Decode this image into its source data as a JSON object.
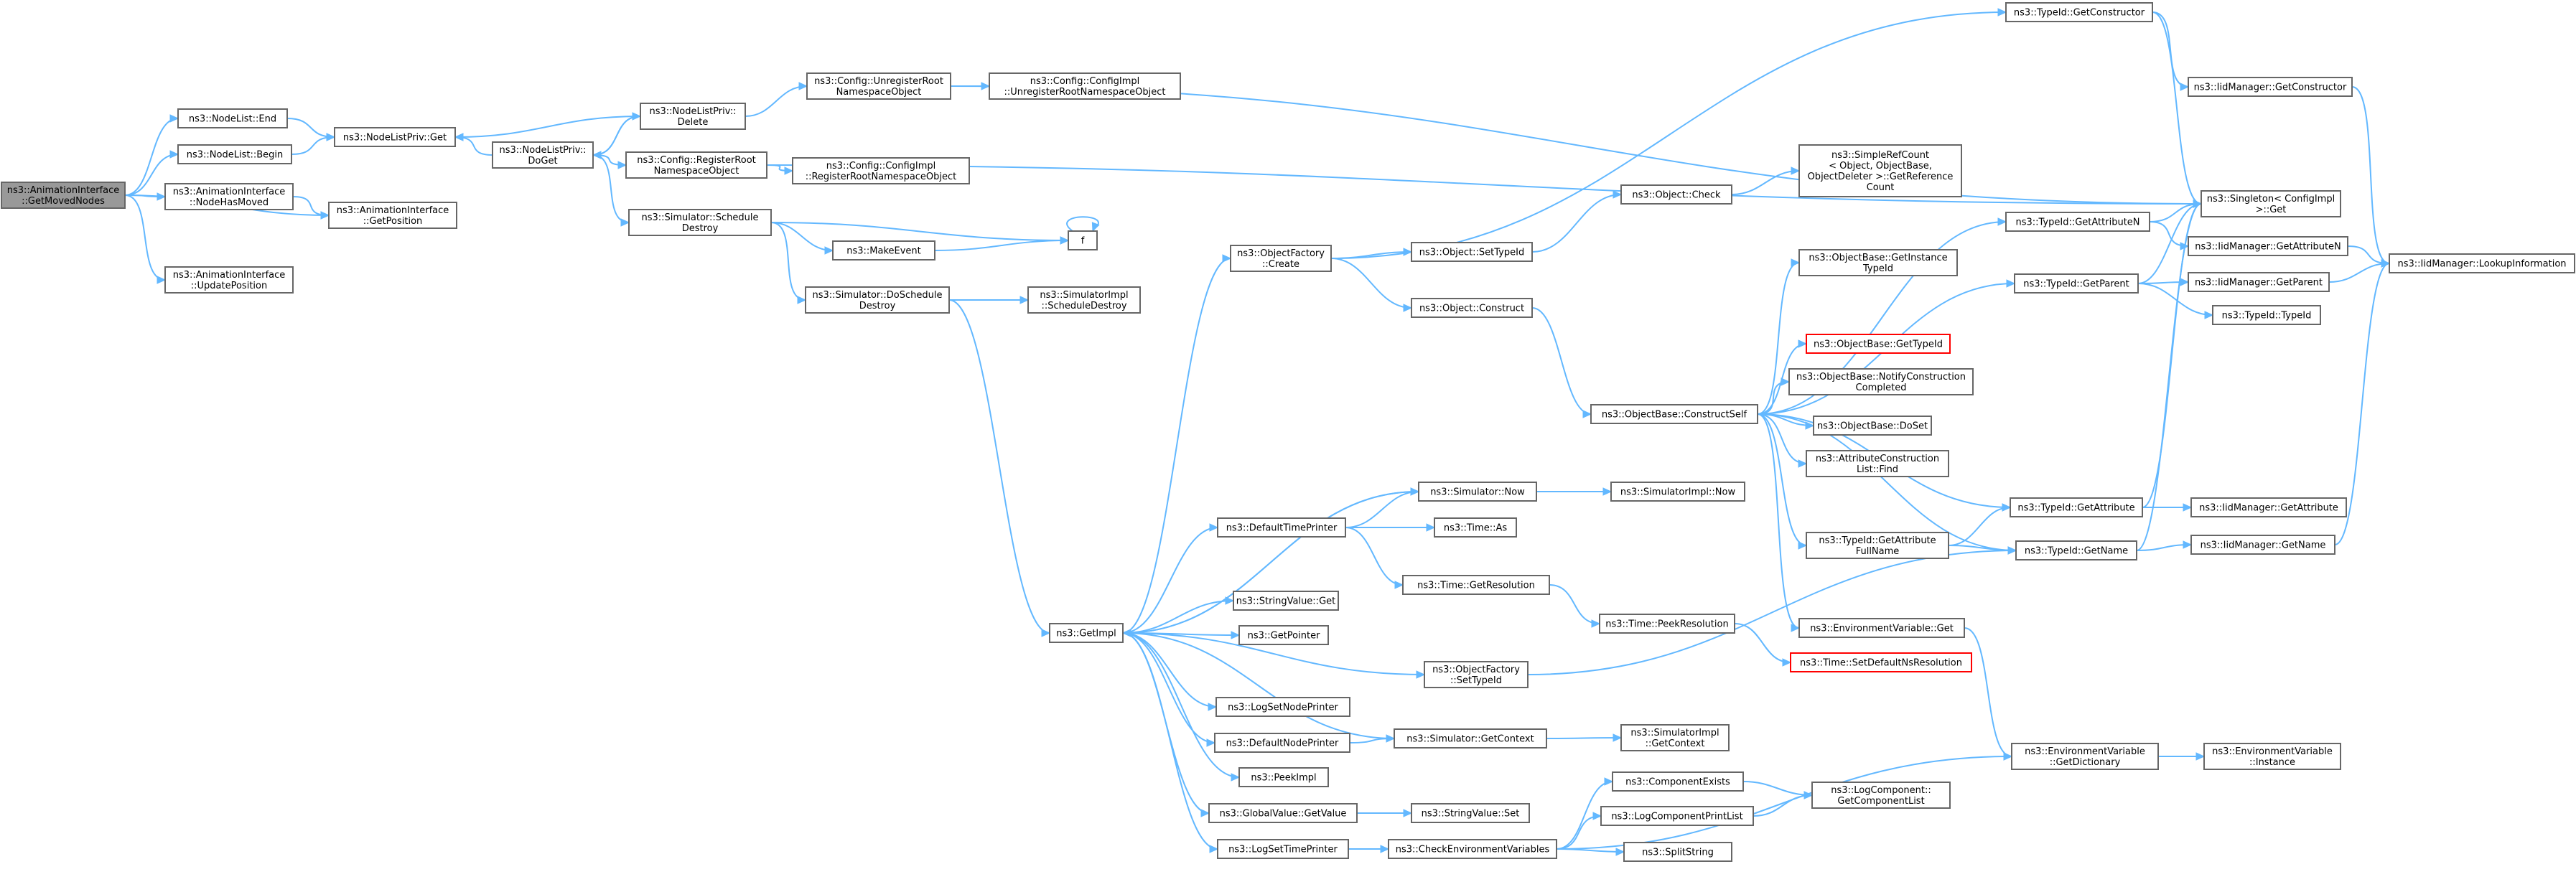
{
  "colors": {
    "background": "#ffffff",
    "node_border": "#666666",
    "root_fill": "#999999",
    "highlight_border": "#ff0000",
    "edge": "#63b8ff"
  },
  "nodes": [
    {
      "id": "root",
      "lines": [
        "ns3::AnimationInterface",
        "::GetMovedNodes"
      ],
      "style": "root"
    },
    {
      "id": "nl_end",
      "lines": [
        "ns3::NodeList::End"
      ]
    },
    {
      "id": "nl_begin",
      "lines": [
        "ns3::NodeList::Begin"
      ]
    },
    {
      "id": "nodehasmoved",
      "lines": [
        "ns3::AnimationInterface",
        "::NodeHasMoved"
      ]
    },
    {
      "id": "getposition",
      "lines": [
        "ns3::AnimationInterface",
        "::GetPosition"
      ]
    },
    {
      "id": "updateposition",
      "lines": [
        "ns3::AnimationInterface",
        "::UpdatePosition"
      ]
    },
    {
      "id": "nlp_get",
      "lines": [
        "ns3::NodeListPriv::Get"
      ]
    },
    {
      "id": "nlp_doget",
      "lines": [
        "ns3::NodeListPriv::",
        "DoGet"
      ]
    },
    {
      "id": "nlp_delete",
      "lines": [
        "ns3::NodeListPriv::",
        "Delete"
      ]
    },
    {
      "id": "cfg_unreg",
      "lines": [
        "ns3::Config::UnregisterRoot",
        "NamespaceObject"
      ]
    },
    {
      "id": "cfgimpl_unreg",
      "lines": [
        "ns3::Config::ConfigImpl",
        "::UnregisterRootNamespaceObject"
      ]
    },
    {
      "id": "cfg_reg",
      "lines": [
        "ns3::Config::RegisterRoot",
        "NamespaceObject"
      ]
    },
    {
      "id": "cfgimpl_reg",
      "lines": [
        "ns3::Config::ConfigImpl",
        "::RegisterRootNamespaceObject"
      ]
    },
    {
      "id": "sim_schedule",
      "lines": [
        "ns3::Simulator::Schedule",
        "Destroy"
      ]
    },
    {
      "id": "makeevent",
      "lines": [
        "ns3::MakeEvent"
      ]
    },
    {
      "id": "f",
      "lines": [
        "f"
      ]
    },
    {
      "id": "sim_dosched",
      "lines": [
        "ns3::Simulator::DoSchedule",
        "Destroy"
      ]
    },
    {
      "id": "simimpl_sched",
      "lines": [
        "ns3::SimulatorImpl",
        "::ScheduleDestroy"
      ]
    },
    {
      "id": "getimpl",
      "lines": [
        "ns3::GetImpl"
      ]
    },
    {
      "id": "of_create",
      "lines": [
        "ns3::ObjectFactory",
        "::Create"
      ]
    },
    {
      "id": "obj_settypeid",
      "lines": [
        "ns3::Object::SetTypeId"
      ]
    },
    {
      "id": "obj_check",
      "lines": [
        "ns3::Object::Check"
      ]
    },
    {
      "id": "simplerefcount",
      "lines": [
        "ns3::SimpleRefCount",
        "< Object, ObjectBase,",
        "ObjectDeleter >::GetReference",
        "Count"
      ]
    },
    {
      "id": "obj_construct",
      "lines": [
        "ns3::Object::Construct"
      ]
    },
    {
      "id": "ob_constructself",
      "lines": [
        "ns3::ObjectBase::ConstructSelf"
      ]
    },
    {
      "id": "ob_getinstance",
      "lines": [
        "ns3::ObjectBase::GetInstance",
        "TypeId"
      ]
    },
    {
      "id": "ob_gettypeid",
      "lines": [
        "ns3::ObjectBase::GetTypeId"
      ],
      "style": "red"
    },
    {
      "id": "ob_notify",
      "lines": [
        "ns3::ObjectBase::NotifyConstruction",
        "Completed"
      ]
    },
    {
      "id": "ob_doset",
      "lines": [
        "ns3::ObjectBase::DoSet"
      ]
    },
    {
      "id": "attrconst_find",
      "lines": [
        "ns3::AttributeConstruction",
        "List::Find"
      ]
    },
    {
      "id": "tid_getattrfull",
      "lines": [
        "ns3::TypeId::GetAttribute",
        "FullName"
      ]
    },
    {
      "id": "envvar_get",
      "lines": [
        "ns3::EnvironmentVariable::Get"
      ]
    },
    {
      "id": "tid_getconstructor",
      "lines": [
        "ns3::TypeId::GetConstructor"
      ]
    },
    {
      "id": "iid_getconstructor",
      "lines": [
        "ns3::IidManager::GetConstructor"
      ]
    },
    {
      "id": "singleton_get",
      "lines": [
        "ns3::Singleton< ConfigImpl",
        ">::Get"
      ]
    },
    {
      "id": "tid_getattrn",
      "lines": [
        "ns3::TypeId::GetAttributeN"
      ]
    },
    {
      "id": "iid_getattrn",
      "lines": [
        "ns3::IidManager::GetAttributeN"
      ]
    },
    {
      "id": "iid_lookup",
      "lines": [
        "ns3::IidManager::LookupInformation"
      ]
    },
    {
      "id": "tid_getparent",
      "lines": [
        "ns3::TypeId::GetParent"
      ]
    },
    {
      "id": "iid_getparent",
      "lines": [
        "ns3::IidManager::GetParent"
      ]
    },
    {
      "id": "tid_typeid",
      "lines": [
        "ns3::TypeId::TypeId"
      ]
    },
    {
      "id": "tid_getattribute",
      "lines": [
        "ns3::TypeId::GetAttribute"
      ]
    },
    {
      "id": "iid_getattribute",
      "lines": [
        "ns3::IidManager::GetAttribute"
      ]
    },
    {
      "id": "tid_getname",
      "lines": [
        "ns3::TypeId::GetName"
      ]
    },
    {
      "id": "iid_getname",
      "lines": [
        "ns3::IidManager::GetName"
      ]
    },
    {
      "id": "defaulttimeprinter",
      "lines": [
        "ns3::DefaultTimePrinter"
      ]
    },
    {
      "id": "sim_now",
      "lines": [
        "ns3::Simulator::Now"
      ]
    },
    {
      "id": "simimpl_now",
      "lines": [
        "ns3::SimulatorImpl::Now"
      ]
    },
    {
      "id": "time_as",
      "lines": [
        "ns3::Time::As"
      ]
    },
    {
      "id": "time_getres",
      "lines": [
        "ns3::Time::GetResolution"
      ]
    },
    {
      "id": "time_peekres",
      "lines": [
        "ns3::Time::PeekResolution"
      ]
    },
    {
      "id": "time_setdefault",
      "lines": [
        "ns3::Time::SetDefaultNsResolution"
      ],
      "style": "red"
    },
    {
      "id": "stringvalue_get",
      "lines": [
        "ns3::StringValue::Get"
      ]
    },
    {
      "id": "getpointer",
      "lines": [
        "ns3::GetPointer"
      ]
    },
    {
      "id": "of_settypeid",
      "lines": [
        "ns3::ObjectFactory",
        "::SetTypeId"
      ]
    },
    {
      "id": "logsetnodeprinter",
      "lines": [
        "ns3::LogSetNodePrinter"
      ]
    },
    {
      "id": "defaultnodeprinter",
      "lines": [
        "ns3::DefaultNodePrinter"
      ]
    },
    {
      "id": "sim_getcontext",
      "lines": [
        "ns3::Simulator::GetContext"
      ]
    },
    {
      "id": "simimpl_getcontext",
      "lines": [
        "ns3::SimulatorImpl",
        "::GetContext"
      ]
    },
    {
      "id": "peekimpl",
      "lines": [
        "ns3::PeekImpl"
      ]
    },
    {
      "id": "globalvalue_get",
      "lines": [
        "ns3::GlobalValue::GetValue"
      ]
    },
    {
      "id": "stringvalue_set",
      "lines": [
        "ns3::StringValue::Set"
      ]
    },
    {
      "id": "logsettimeprinter",
      "lines": [
        "ns3::LogSetTimePrinter"
      ]
    },
    {
      "id": "checkenv",
      "lines": [
        "ns3::CheckEnvironmentVariables"
      ]
    },
    {
      "id": "componentexists",
      "lines": [
        "ns3::ComponentExists"
      ]
    },
    {
      "id": "logcompprintlist",
      "lines": [
        "ns3::LogComponentPrintList"
      ]
    },
    {
      "id": "splitstring",
      "lines": [
        "ns3::SplitString"
      ]
    },
    {
      "id": "logcomp_getlist",
      "lines": [
        "ns3::LogComponent::",
        "GetComponentList"
      ]
    },
    {
      "id": "envvar_getdict",
      "lines": [
        "ns3::EnvironmentVariable",
        "::GetDictionary"
      ]
    },
    {
      "id": "envvar_instance",
      "lines": [
        "ns3::EnvironmentVariable",
        "::Instance"
      ]
    }
  ]
}
